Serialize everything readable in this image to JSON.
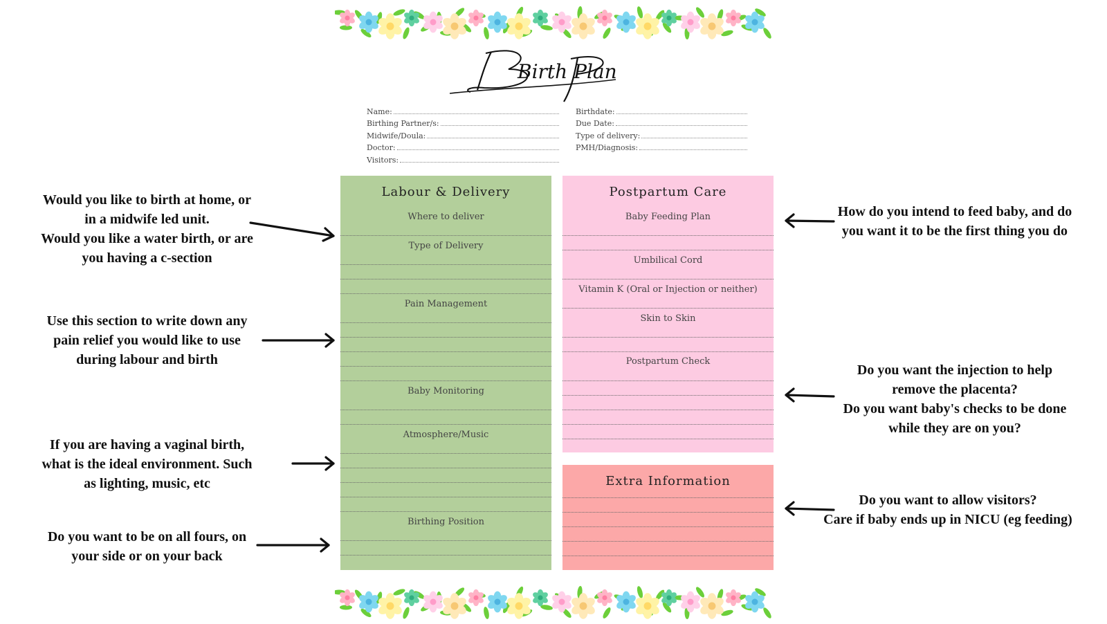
{
  "title": "Birth Plan",
  "info_fields_left": [
    "Name:",
    "Birthing Partner/s:",
    "Midwife/Doula:",
    "Doctor:",
    "Visitors:"
  ],
  "info_fields_right": [
    "Birthdate:",
    "Due Date:",
    "Type of delivery:",
    "PMH/Diagnosis:"
  ],
  "labour": {
    "title": "Labour & Delivery",
    "items": [
      "Where to deliver",
      "Type of Delivery",
      "Pain Management",
      "Baby Monitoring",
      "Atmosphere/Music",
      "Birthing Position"
    ]
  },
  "postpartum": {
    "title": "Postpartum Care",
    "items": [
      "Baby Feeding Plan",
      "Umbilical Cord",
      "Vitamin K (Oral or Injection or neither)",
      "Skin to Skin",
      "Postpartum Check"
    ]
  },
  "extra": {
    "title": "Extra Information"
  },
  "notes": {
    "birth_place": [
      "Would you like to birth at home, or",
      "in a midwife led unit.",
      "Would you like a water birth, or are",
      "you having a c-section"
    ],
    "pain_relief": [
      "Use this section to write down any",
      "pain relief you would like to use",
      "during labour and birth"
    ],
    "environment": [
      "If you are having a vaginal birth,",
      "what is the ideal environment. Such",
      "as lighting, music, etc"
    ],
    "position": [
      "Do you want to be on all fours, on",
      "your side or on your back"
    ],
    "feeding": [
      "How do you intend to feed baby, and do",
      "you want it to be the first thing you do"
    ],
    "placenta": [
      "Do you want the injection to help",
      "remove the placenta?",
      "Do you want baby's checks to be done",
      "while they are on you?"
    ],
    "visitors": [
      "Do you want to allow visitors?",
      "Care if baby ends up in NICU (eg feeding)"
    ]
  }
}
